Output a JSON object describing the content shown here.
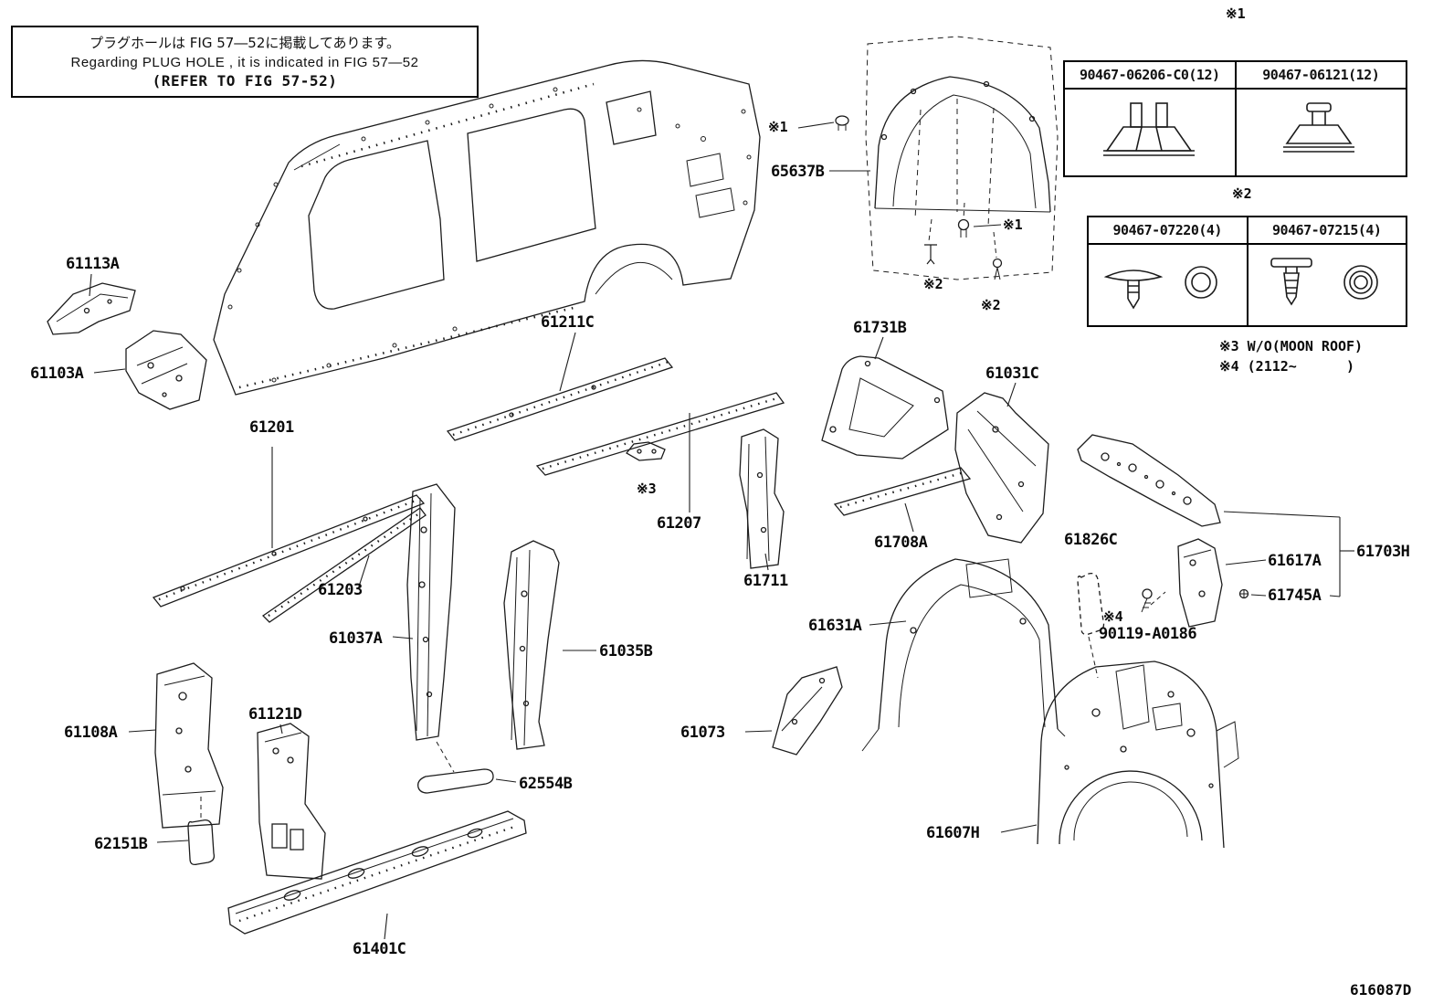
{
  "note_box": {
    "line1": "プラグホールは FIG 57―52に掲載してあります。",
    "line2": "Regarding PLUG HOLE , it is indicated in FIG 57―52",
    "line3": "(REFER TO FIG 57-52)"
  },
  "ref_tables": {
    "t1": {
      "ref": "※1",
      "col1": "90467-06206-C0(12)",
      "col2": "90467-06121(12)"
    },
    "t2": {
      "ref": "※2",
      "col1": "90467-07220(4)",
      "col2": "90467-07215(4)"
    }
  },
  "footnotes": {
    "f3": "※3 W/O(MOON ROOF)",
    "f4": "※4 (2112~      )"
  },
  "refs": {
    "r1": "※1",
    "r2": "※2",
    "r3": "※3",
    "r4": "※4"
  },
  "parts": {
    "p61113A": "61113A",
    "p61103A": "61103A",
    "p61201": "61201",
    "p61211C": "61211C",
    "p61203": "61203",
    "p61037A": "61037A",
    "p61035B": "61035B",
    "p61121D": "61121D",
    "p61108A": "61108A",
    "p62151B": "62151B",
    "p62554B": "62554B",
    "p61401C": "61401C",
    "p61207": "61207",
    "p61711": "61711",
    "p61708A": "61708A",
    "p61731B": "61731B",
    "p61031C": "61031C",
    "p65637B": "65637B",
    "p61826C": "61826C",
    "p61631A": "61631A",
    "p61073": "61073",
    "p61607H": "61607H",
    "p90119": "90119-A0186",
    "p61617A": "61617A",
    "p61703H": "61703H",
    "p61745A": "61745A"
  },
  "diagram_id": "616087D"
}
